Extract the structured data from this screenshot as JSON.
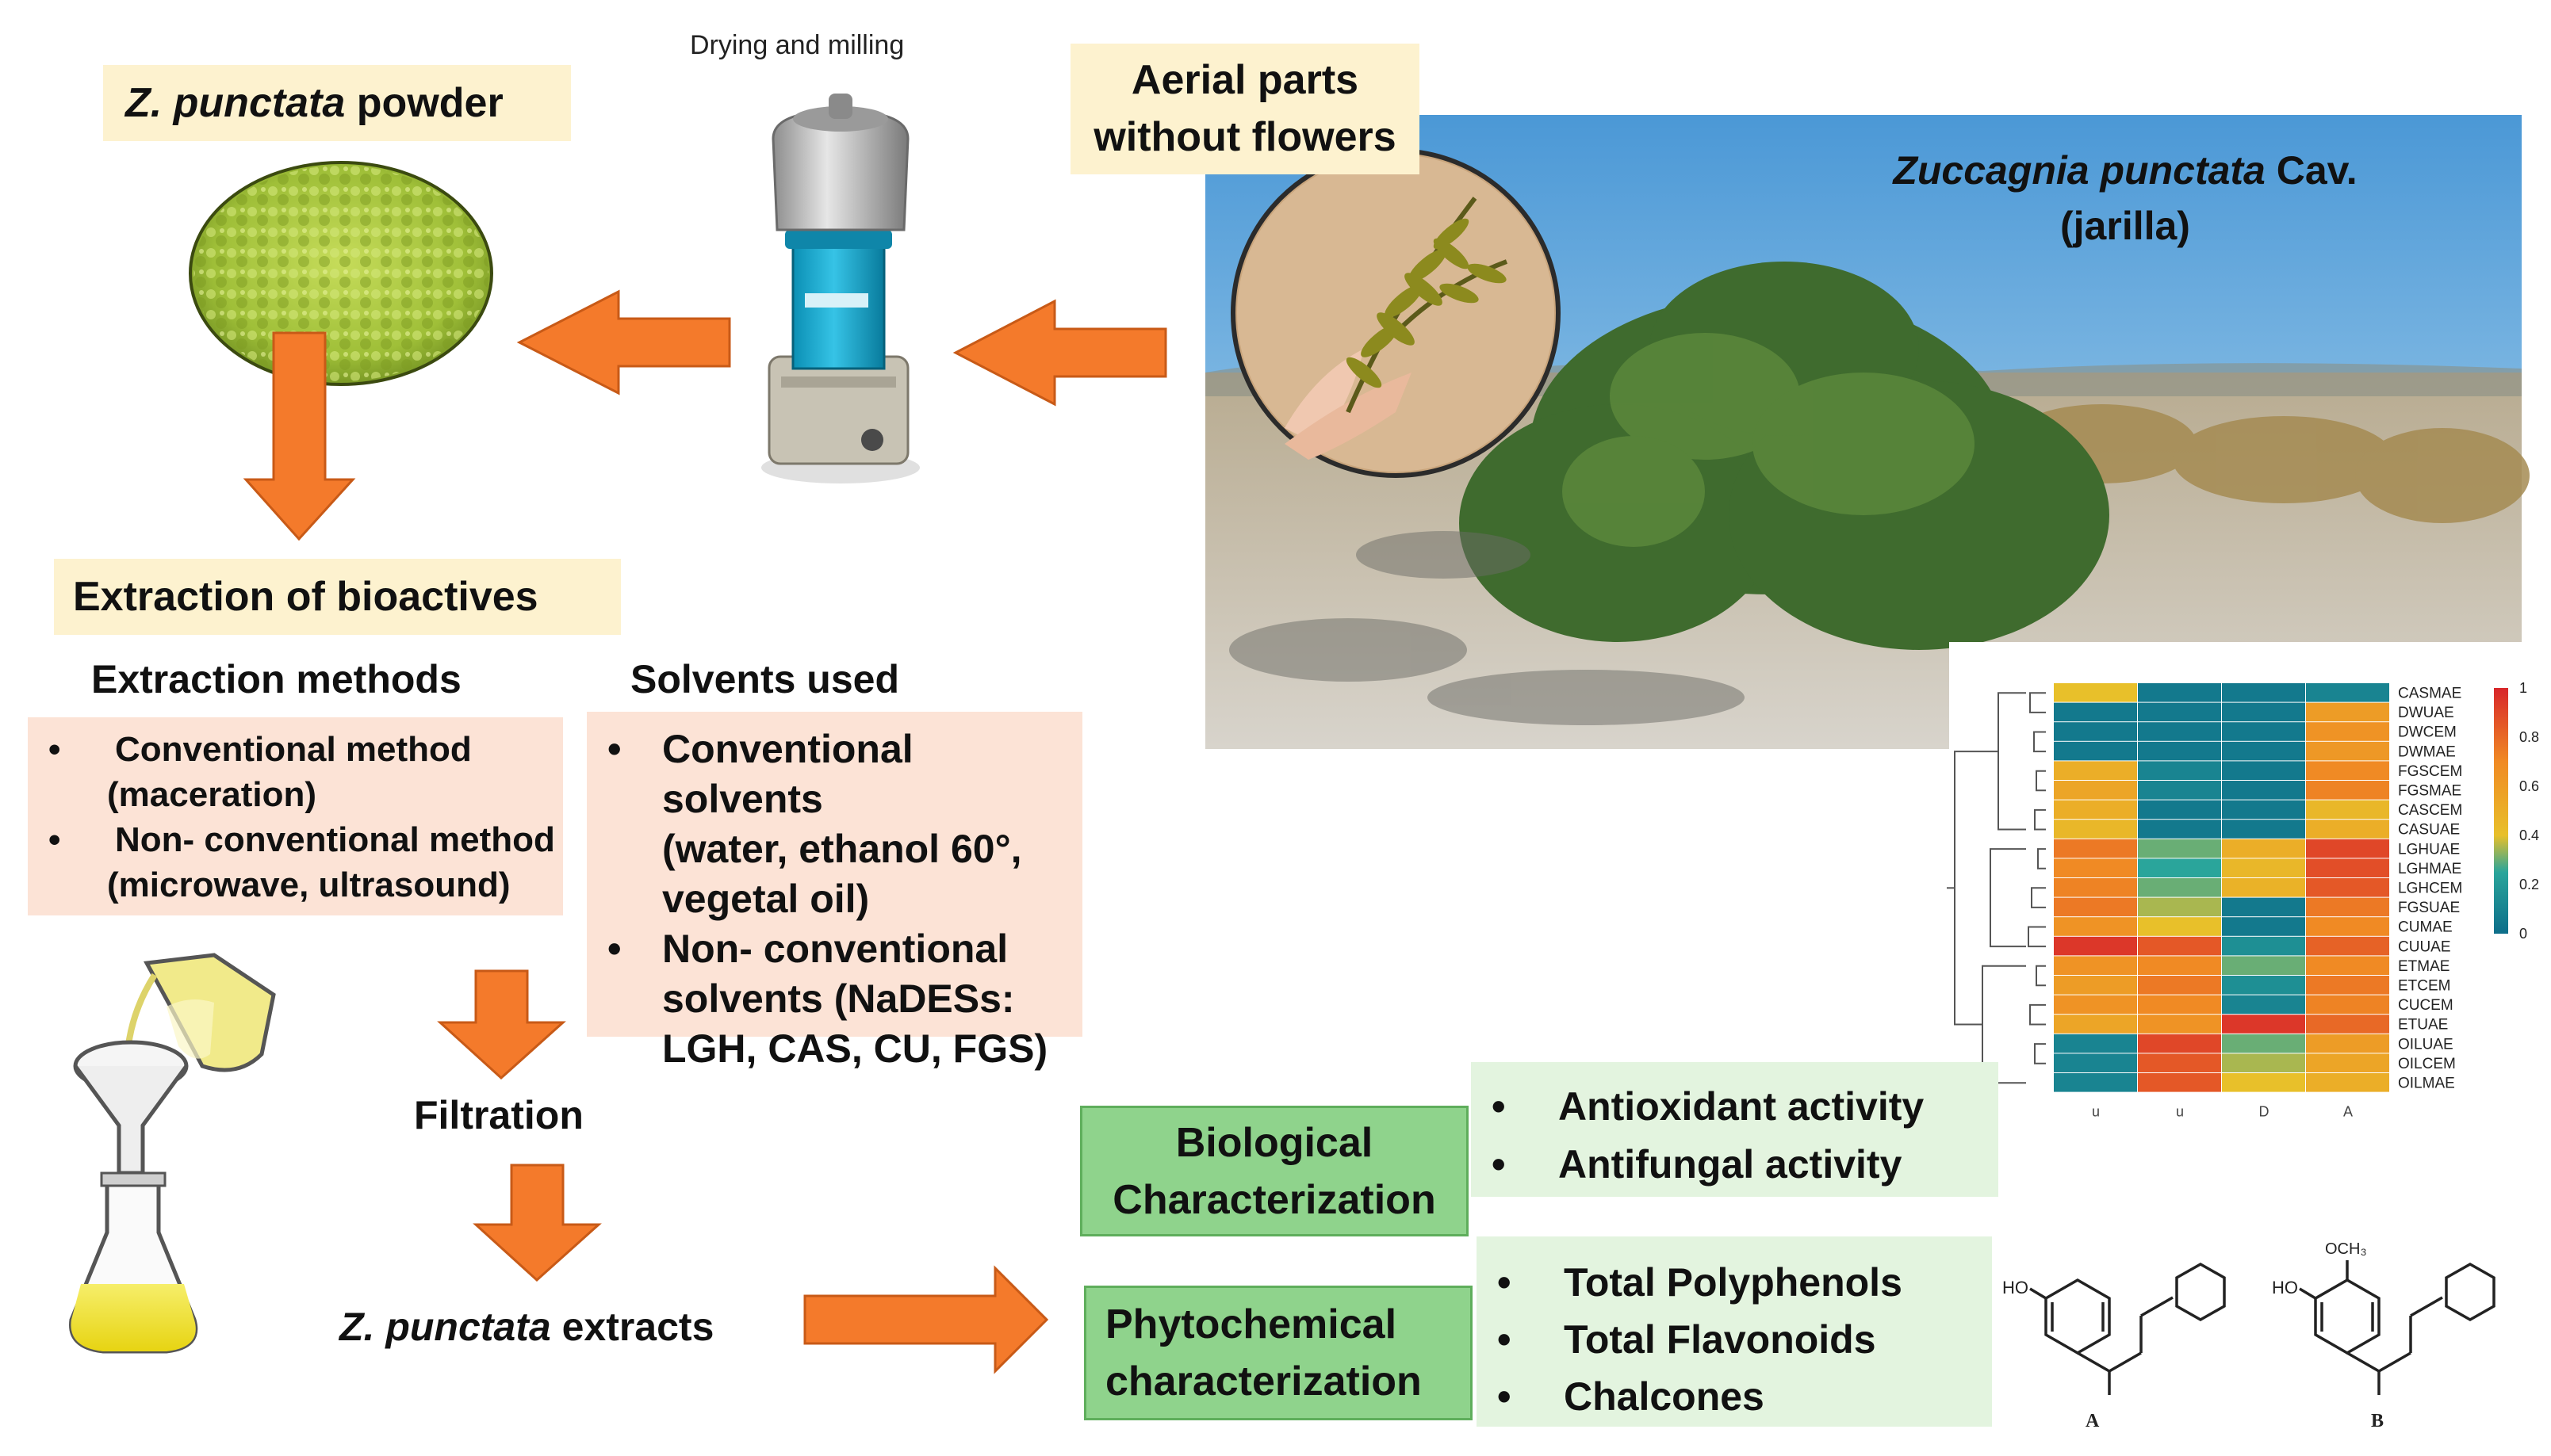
{
  "powder_label": {
    "species_abbrev": "Z. punctata",
    "suffix": " powder"
  },
  "milling_label": "Drying and milling",
  "aerial_label": {
    "line1": "Aerial parts",
    "line2": "without flowers"
  },
  "plant_label": {
    "genus_species": "Zuccagnia punctata",
    "author": " Cav.",
    "common": "(jarilla)"
  },
  "extraction_title": "Extraction of bioactives",
  "methods": {
    "title": "Extraction methods",
    "items": [
      {
        "line1": "Conventional method",
        "line2": "(maceration)"
      },
      {
        "line1": "Non- conventional method",
        "line2": "(microwave, ultrasound)"
      }
    ]
  },
  "solvents": {
    "title": "Solvents used",
    "items": [
      {
        "lines": [
          "Conventional solvents",
          "(water, ethanol 60°,",
          "vegetal oil)"
        ]
      },
      {
        "lines": [
          "Non- conventional",
          "solvents (NaDESs:",
          "LGH, CAS, CU, FGS)"
        ]
      }
    ]
  },
  "filtration_label": "Filtration",
  "extracts_label": {
    "species_abbrev": "Z. punctata",
    "suffix": " extracts"
  },
  "biological": {
    "line1": "Biological",
    "line2": "Characterization",
    "items": [
      "Antioxidant activity",
      "Antifungal activity"
    ]
  },
  "phytochemical": {
    "line1": "Phytochemical",
    "line2": "characterization",
    "items": [
      "Total Polyphenols",
      "Total Flavonoids",
      "Chalcones"
    ]
  },
  "structures": {
    "a_label": "A",
    "b_label": "B",
    "b_group": "OCH₃",
    "ho": "HO"
  },
  "colors": {
    "arrow": "#f47a2b",
    "arrow_edge": "#c85a17",
    "yellow_box": "#fdf2cf",
    "pink_box": "#fce3d6",
    "green_box": "#8fd38c",
    "lightgreen_box": "#e3f4df"
  },
  "chart_data": {
    "type": "heatmap",
    "rows": [
      "CASMAE",
      "DWUAE",
      "DWCEM",
      "DWMAE",
      "FGSCEM",
      "FGSMAE",
      "CASCEM",
      "CASUAE",
      "LGHUAE",
      "LGHMAE",
      "LGHCEM",
      "FGSUAE",
      "CUMAE",
      "CUUAE",
      "ETMAE",
      "ETCEM",
      "CUCEM",
      "ETUAE",
      "OILUAE",
      "OILCEM",
      "OILMAE"
    ],
    "columns": [
      "u",
      "u",
      "D",
      "A"
    ],
    "values": [
      [
        0.4,
        0.05,
        0.05,
        0.1
      ],
      [
        0.05,
        0.05,
        0.05,
        0.6
      ],
      [
        0.05,
        0.05,
        0.05,
        0.65
      ],
      [
        0.05,
        0.05,
        0.05,
        0.62
      ],
      [
        0.5,
        0.1,
        0.05,
        0.7
      ],
      [
        0.55,
        0.1,
        0.05,
        0.72
      ],
      [
        0.5,
        0.05,
        0.05,
        0.45
      ],
      [
        0.45,
        0.05,
        0.05,
        0.5
      ],
      [
        0.75,
        0.3,
        0.5,
        0.9
      ],
      [
        0.7,
        0.25,
        0.45,
        0.88
      ],
      [
        0.72,
        0.3,
        0.48,
        0.85
      ],
      [
        0.75,
        0.35,
        0.05,
        0.75
      ],
      [
        0.65,
        0.4,
        0.05,
        0.7
      ],
      [
        0.95,
        0.85,
        0.15,
        0.82
      ],
      [
        0.65,
        0.7,
        0.3,
        0.7
      ],
      [
        0.6,
        0.75,
        0.15,
        0.75
      ],
      [
        0.65,
        0.7,
        0.1,
        0.72
      ],
      [
        0.55,
        0.65,
        0.95,
        0.8
      ],
      [
        0.1,
        0.9,
        0.3,
        0.6
      ],
      [
        0.1,
        0.85,
        0.35,
        0.55
      ],
      [
        0.1,
        0.85,
        0.4,
        0.5
      ]
    ],
    "colorbar_ticks": [
      "1",
      "0.8",
      "0.6",
      "0.4",
      "0.2",
      "0"
    ],
    "range": [
      0,
      1
    ]
  }
}
